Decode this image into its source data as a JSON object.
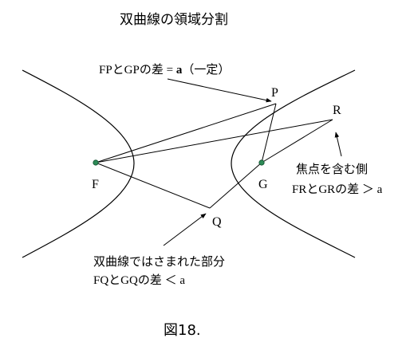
{
  "title": "双曲線の領域分割",
  "caption": "図18.",
  "annotations": {
    "fp_gp_prefix": "FPとGPの差 = ",
    "fp_gp_a": "a",
    "fp_gp_suffix": "（一定）",
    "focus_side_line1": "焦点を含む側",
    "focus_side_line2": "FRとGRの差 ＞ a",
    "between_line1": "双曲線ではさまれた部分",
    "between_line2": "FQとGQの差 ＜ a"
  },
  "points": {
    "F": "F",
    "G": "G",
    "P": "P",
    "Q": "Q",
    "R": "R"
  },
  "colors": {
    "focus_fill": "#2e8b57",
    "line": "#000000",
    "background": "#ffffff"
  }
}
